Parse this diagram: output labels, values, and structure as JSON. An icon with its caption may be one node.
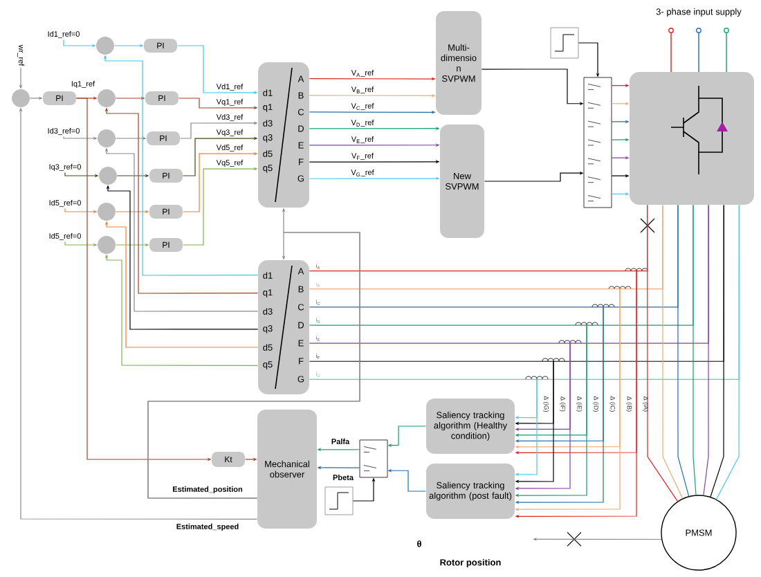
{
  "diagram": {
    "nodes": [
      {
        "text": [
          "wr_ref"
        ]
      },
      {
        "text": [],
        "shape": "circle"
      },
      {
        "text": [
          "PI"
        ]
      },
      {
        "text": [
          "Id1_ref=0"
        ]
      },
      {
        "text": [],
        "shape": "circle"
      },
      {
        "text": [
          "PI"
        ]
      },
      {
        "text": [],
        "shape": "circle"
      },
      {
        "text": [
          "PI"
        ]
      },
      {
        "text": [
          "Id3_ref=0"
        ]
      },
      {
        "text": [],
        "shape": "circle"
      },
      {
        "text": [
          "PI"
        ]
      },
      {
        "text": [
          "Iq3_ref=0"
        ]
      },
      {
        "text": [],
        "shape": "circle"
      },
      {
        "text": [
          "PI"
        ]
      },
      {
        "text": [
          "Id5_ref=0"
        ]
      },
      {
        "text": [],
        "shape": "circle"
      },
      {
        "text": [
          "PI"
        ]
      },
      {
        "text": [
          "Id5_ref=0"
        ]
      },
      {
        "text": [],
        "shape": "circle"
      },
      {
        "text": [
          "PI"
        ]
      },
      {
        "text": [
          "d1",
          "q1",
          "d3",
          "q3",
          "d5",
          "q5",
          "A",
          "B",
          "C",
          "D",
          "E",
          "F",
          "G"
        ]
      },
      {
        "text": [
          "Multi- dimensio n SVPWM"
        ]
      },
      {
        "text": [
          "New SVPWM"
        ]
      },
      {
        "text": [],
        "shape": "box"
      },
      {
        "text": [],
        "shape": "box"
      },
      {
        "text": [],
        "shape": "box"
      },
      {
        "text": [
          "d1",
          "q1",
          "d3",
          "q3",
          "d5",
          "q5",
          "A",
          "B",
          "C",
          "D",
          "E",
          "F",
          "G"
        ]
      },
      {
        "text": [
          "Kt"
        ]
      },
      {
        "text": [
          "Mechanical observer"
        ]
      },
      {
        "text": [
          "Saliency tracking algorithm (Healthy condition)"
        ]
      },
      {
        "text": [
          "Saliency tracking algorithm (post fault)"
        ]
      },
      {
        "text": [],
        "shape": "box"
      },
      {
        "text": [],
        "shape": "box"
      },
      {
        "text": [
          "PMSM"
        ]
      }
    ],
    "edges": [
      {
        "from": 0,
        "to": 1,
        "arrow": "to",
        "color": "#888888"
      },
      {
        "from": 1,
        "to": 2,
        "arrow": "to",
        "color": "#888888"
      },
      {
        "from": 2,
        "to": 6,
        "arrow": "to",
        "label": "Iq1_ref",
        "color": "#a0402a"
      },
      {
        "from": 3,
        "to": 4,
        "arrow": "to",
        "color": "#3cc8e8"
      },
      {
        "from": 4,
        "to": 5,
        "arrow": "to",
        "color": "#3cc8e8"
      },
      {
        "from": 6,
        "to": 7,
        "arrow": "to",
        "color": "#a0402a"
      },
      {
        "from": 8,
        "to": 9,
        "arrow": "to",
        "color": "#888888"
      },
      {
        "from": 9,
        "to": 10,
        "arrow": "to",
        "color": "#888888"
      },
      {
        "from": 11,
        "to": 12,
        "arrow": "to",
        "color": "#3a4a10"
      },
      {
        "from": 12,
        "to": 13,
        "arrow": "to",
        "color": "#3a4a10"
      },
      {
        "from": 14,
        "to": 15,
        "arrow": "to",
        "color": "#f08030"
      },
      {
        "from": 15,
        "to": 16,
        "arrow": "to",
        "color": "#f08030"
      },
      {
        "from": 17,
        "to": 18,
        "arrow": "to",
        "color": "#80b050"
      },
      {
        "from": 18,
        "to": 19,
        "arrow": "to",
        "color": "#80b050"
      },
      {
        "from": 5,
        "to": 20,
        "arrow": "to",
        "label": "Vd1_ref",
        "color": "#3cc8e8"
      },
      {
        "from": 7,
        "to": 20,
        "arrow": "to",
        "label": "Vq1_ref",
        "color": "#a0402a"
      },
      {
        "from": 10,
        "to": 20,
        "arrow": "to",
        "label": "Vd3_ref",
        "color": "#888888"
      },
      {
        "from": 13,
        "to": 20,
        "arrow": "to",
        "label": "Vq3_ref",
        "color": "#3a4a10"
      },
      {
        "from": 16,
        "to": 20,
        "arrow": "to",
        "label": "Vd5_ref",
        "color": "#f08030"
      },
      {
        "from": 19,
        "to": 20,
        "arrow": "to",
        "label": "Vq5_ref",
        "color": "#80b050"
      },
      {
        "from": 20,
        "to": 21,
        "arrow": "to",
        "label": "V$_{A}$_ref",
        "color": "#e02020"
      },
      {
        "from": 20,
        "to": 21,
        "arrow": "to",
        "label": "V$_{B}$_ref",
        "color": "#f0a870"
      },
      {
        "from": 20,
        "to": 21,
        "arrow": "to",
        "label": "V$_{C}$_ref",
        "color": "#1f6fa8"
      },
      {
        "from": 20,
        "to": 22,
        "arrow": "to",
        "label": "V$_{D}$_ref",
        "color": "#10a070"
      },
      {
        "from": 20,
        "to": 22,
        "arrow": "to",
        "label": "V$_{E}$_ref",
        "color": "#8040a0"
      },
      {
        "from": 20,
        "to": 22,
        "arrow": "to",
        "label": "V$_{F}$_ref"
      },
      {
        "from": 20,
        "to": 22,
        "arrow": "to",
        "label": "V$_{G}$_ref",
        "color": "#50c8f0"
      },
      {
        "from": 21,
        "to": 24,
        "arrow": "to"
      },
      {
        "from": 22,
        "to": 24,
        "arrow": "to"
      },
      {
        "from": 23,
        "to": 24,
        "arrow": "to"
      },
      {
        "from": 24,
        "to": 25,
        "arrow": "to",
        "color": "#e02020"
      },
      {
        "from": 24,
        "to": 25,
        "arrow": "to",
        "color": "#f0a870"
      },
      {
        "from": 24,
        "to": 25,
        "arrow": "to",
        "color": "#1f6fa8"
      },
      {
        "from": 24,
        "to": 25,
        "arrow": "to",
        "color": "#10a070"
      },
      {
        "from": 24,
        "to": 25,
        "arrow": "to",
        "color": "#8040a0"
      },
      {
        "from": 24,
        "to": 25,
        "arrow": "to"
      },
      {
        "from": 24,
        "to": 25,
        "arrow": "to",
        "color": "#50c8f0"
      },
      {
        "from": 25,
        "to": 26,
        "arrow": "none",
        "color": "#e02020"
      },
      {
        "from": 25,
        "to": 26,
        "arrow": "none",
        "color": "#f0a870"
      },
      {
        "from": 25,
        "to": 26,
        "arrow": "none",
        "color": "#1f6fa8"
      },
      {
        "from": 25,
        "to": 26,
        "arrow": "none",
        "color": "#10a070"
      },
      {
        "from": 25,
        "to": 26,
        "arrow": "none",
        "color": "#8040a0"
      },
      {
        "from": 25,
        "to": 26,
        "arrow": "none"
      },
      {
        "from": 25,
        "to": 26,
        "arrow": "none",
        "color": "#50c8f0"
      },
      {
        "from": 25,
        "to": 33,
        "arrow": "none",
        "color": "#e02020"
      },
      {
        "from": 25,
        "to": 33,
        "arrow": "none",
        "color": "#f0a870"
      },
      {
        "from": 25,
        "to": 33,
        "arrow": "none",
        "color": "#1f6fa8"
      },
      {
        "from": 25,
        "to": 33,
        "arrow": "none",
        "color": "#10a070"
      },
      {
        "from": 25,
        "to": 33,
        "arrow": "none",
        "color": "#8040a0"
      },
      {
        "from": 25,
        "to": 33,
        "arrow": "none"
      },
      {
        "from": 25,
        "to": 33,
        "arrow": "none",
        "color": "#50c8f0"
      },
      {
        "from": 26,
        "to": 4,
        "arrow": "to",
        "color": "#3cc8e8"
      },
      {
        "from": 26,
        "to": 6,
        "arrow": "to",
        "color": "#a0402a"
      },
      {
        "from": 26,
        "to": 9,
        "arrow": "to",
        "color": "#888888"
      },
      {
        "from": 26,
        "to": 12,
        "arrow": "to"
      },
      {
        "from": 26,
        "to": 15,
        "arrow": "to",
        "color": "#f08030"
      },
      {
        "from": 26,
        "to": 18,
        "arrow": "to",
        "color": "#80b050"
      },
      {
        "from": null,
        "to": 29,
        "arrow": "to",
        "color": "#e02020"
      },
      {
        "from": null,
        "to": 29,
        "arrow": "to",
        "color": "#f0a870"
      },
      {
        "from": null,
        "to": 29,
        "arrow": "to",
        "color": "#1f6fa8"
      },
      {
        "from": null,
        "to": 29,
        "arrow": "to",
        "color": "#10a070"
      },
      {
        "from": null,
        "to": 29,
        "arrow": "to",
        "color": "#8040a0"
      },
      {
        "from": null,
        "to": 29,
        "arrow": "to"
      },
      {
        "from": null,
        "to": 29,
        "arrow": "to",
        "color": "#50c8f0"
      },
      {
        "from": null,
        "to": 30,
        "arrow": "to",
        "color": "#e02020"
      },
      {
        "from": null,
        "to": 30,
        "arrow": "to",
        "color": "#f0a870"
      },
      {
        "from": null,
        "to": 30,
        "arrow": "to",
        "color": "#1f6fa8"
      },
      {
        "from": null,
        "to": 30,
        "arrow": "to",
        "color": "#10a070"
      },
      {
        "from": null,
        "to": 30,
        "arrow": "to",
        "color": "#8040a0"
      },
      {
        "from": null,
        "to": 30,
        "arrow": "to"
      },
      {
        "from": null,
        "to": 30,
        "arrow": "to",
        "color": "#50c8f0"
      },
      {
        "from": 29,
        "to": 31,
        "arrow": "to",
        "color": "#10a070"
      },
      {
        "from": 30,
        "to": 31,
        "arrow": "to",
        "color": "#1f6fa8"
      },
      {
        "from": 32,
        "to": 31,
        "arrow": "to"
      },
      {
        "from": 31,
        "to": 28,
        "arrow": "to",
        "label": "Palfa",
        "color": "#10a070"
      },
      {
        "from": 31,
        "to": 28,
        "arrow": "to",
        "label": "Pbeta",
        "color": "#1f6fa8"
      },
      {
        "from": 2,
        "to": 27,
        "arrow": "to",
        "color": "#a0402a"
      },
      {
        "from": 27,
        "to": 28,
        "arrow": "to",
        "color": "#a0402a"
      },
      {
        "from": 28,
        "to": 1,
        "arrow": "to",
        "label": "Estimated_speed",
        "color": "#888888"
      },
      {
        "from": 28,
        "to": 26,
        "arrow": "to",
        "label": "Estimated_position",
        "color": "#888888"
      },
      {
        "from": 28,
        "to": 20,
        "arrow": "to",
        "color": "#888888"
      },
      {
        "from": 33,
        "to": null,
        "arrow": "to",
        "color": "#888888"
      }
    ],
    "labels": [
      "3- phase input supply",
      "i$_{A}$",
      "i$_{B}$",
      "i$_{C}$",
      "i$_{D}$",
      "i$_{E}$",
      "i$_{F}$",
      "i$_{G}$",
      "Δ (iG)",
      "Δ (iF)",
      "Δ (iE)",
      "Δ (iD)",
      "Δ (iC)",
      "Δ (iB)",
      "Δ (iA)",
      "θ",
      "Rotor position"
    ]
  }
}
